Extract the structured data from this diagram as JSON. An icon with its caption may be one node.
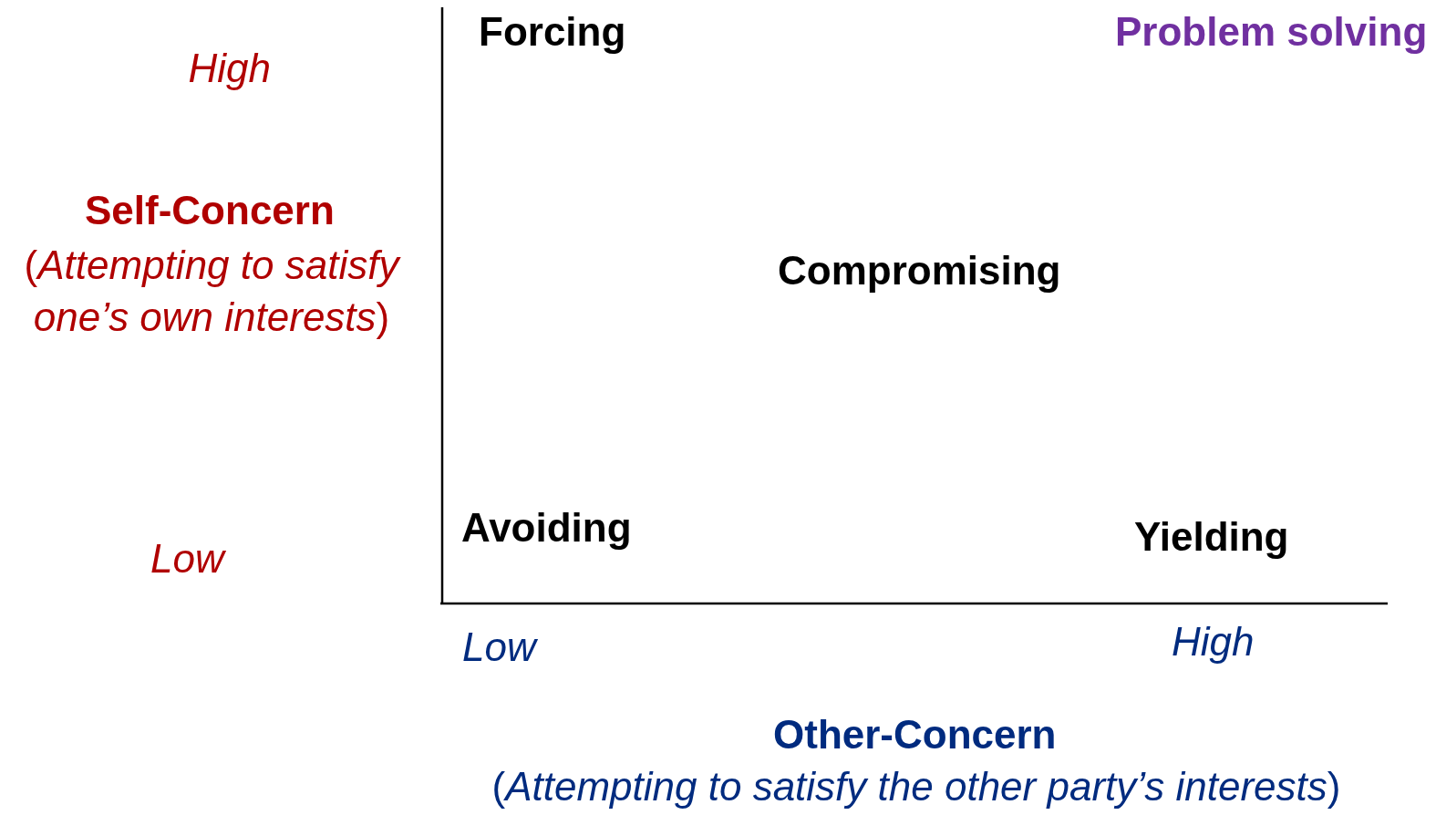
{
  "diagram": {
    "labels": [
      "Forcing",
      "Problem solving",
      "High",
      "Self-Concern",
      "(*Attempting to satisfy one’s own interests*)",
      "Compromising",
      "Avoiding",
      "Yielding",
      "Low",
      "Low",
      "High",
      "Other-Concern",
      "(*Attempting to satisfy the other party’s interests*)"
    ]
  }
}
